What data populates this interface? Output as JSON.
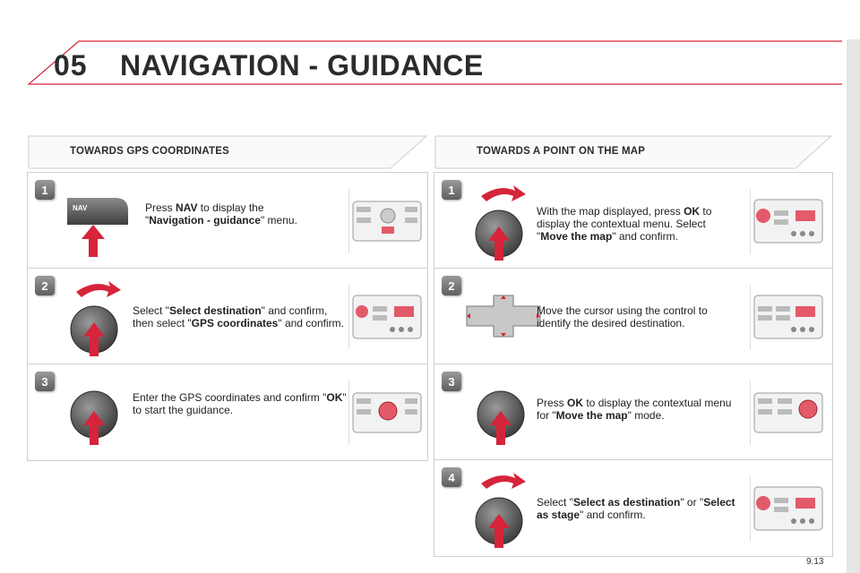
{
  "header": {
    "chapter": "05",
    "title": "NAVIGATION - GUIDANCE"
  },
  "left": {
    "title": "TOWARDS GPS COORDINATES",
    "steps": [
      {
        "num": "1",
        "t1": "Press ",
        "b1": "NAV",
        "t2": " to display the \"",
        "b2": "Navigation - guidance",
        "t3": "\" menu.",
        "key_label": "NAV"
      },
      {
        "num": "2",
        "t1": "Select \"",
        "b1": "Select destination",
        "t2": "\" and confirm, then select \"",
        "b2": "GPS coordinates",
        "t3": "\" and confirm."
      },
      {
        "num": "3",
        "t1": "Enter the GPS coordinates and confirm \"",
        "b1": "OK",
        "t2": "\" to start the guidance."
      }
    ]
  },
  "right": {
    "title": "TOWARDS A POINT ON THE MAP",
    "steps": [
      {
        "num": "1",
        "t1": "With the map displayed, press ",
        "b1": "OK",
        "t2": " to display the contextual menu. Select \"",
        "b2": "Move the map",
        "t3": "\" and confirm."
      },
      {
        "num": "2",
        "t1": "Move the cursor using the control to identify the desired destination."
      },
      {
        "num": "3",
        "t1": "Press ",
        "b1": "OK",
        "t2": " to display the contextual menu for \"",
        "b2": "Move the map",
        "t3": "\" mode."
      },
      {
        "num": "4",
        "t1": "Select \"",
        "b1": "Select as destination",
        "t2": "\" or \"",
        "b2": "Select as stage",
        "t3": "\" and confirm."
      }
    ]
  },
  "footer": {
    "page": "9.13"
  },
  "colors": {
    "accent_red": "#d6243a",
    "border": "#cfcfcf",
    "text": "#2b2b2b"
  }
}
